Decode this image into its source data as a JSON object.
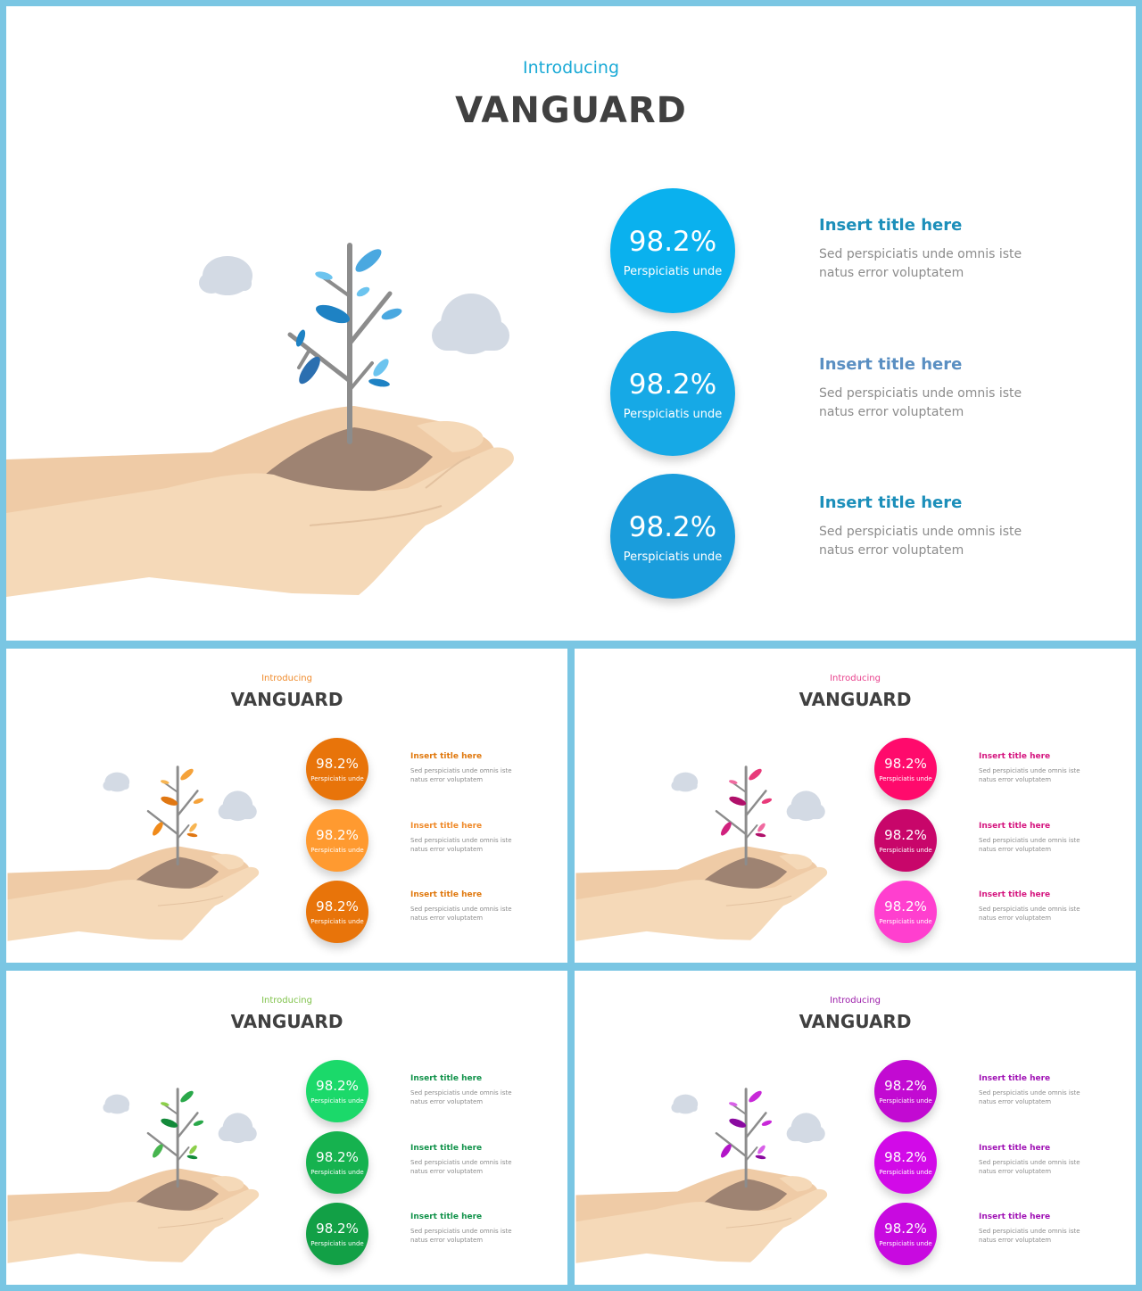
{
  "slides": [
    {
      "eyebrow": "Introducing",
      "title": "VANGUARD",
      "accent": "#1aaad6",
      "leaf_colors": [
        "#4aa8e0",
        "#1e82c4",
        "#2b6fb0",
        "#6cc4ef"
      ],
      "circle_colors": [
        "#0ab1ee",
        "#16a9e6",
        "#1a9ddc"
      ],
      "title_colors": [
        "#1c8fba",
        "#5a8fc2",
        "#1c8fba"
      ],
      "stats": [
        {
          "value": "98.2%",
          "label": "Perspiciatis unde"
        },
        {
          "value": "98.2%",
          "label": "Perspiciatis unde"
        },
        {
          "value": "98.2%",
          "label": "Perspiciatis unde"
        }
      ],
      "items": [
        {
          "title": "Insert title here",
          "desc_1": "Sed perspiciatis unde omnis iste",
          "desc_2": "natus error voluptatem"
        },
        {
          "title": "Insert title here",
          "desc_1": "Sed perspiciatis unde omnis iste",
          "desc_2": "natus error voluptatem"
        },
        {
          "title": "Insert title here",
          "desc_1": "Sed perspiciatis unde omnis iste",
          "desc_2": "natus error voluptatem"
        }
      ]
    },
    {
      "eyebrow": "Introducing",
      "title": "VANGUARD",
      "accent": "#ef8a2a",
      "leaf_colors": [
        "#f5a23a",
        "#e07712",
        "#f08a1a",
        "#f7b552"
      ],
      "circle_colors": [
        "#e8740a",
        "#ff9a30",
        "#e8740a"
      ],
      "title_colors": [
        "#e0780d",
        "#ef8a2a",
        "#e0780d"
      ],
      "stats": [
        {
          "value": "98.2%",
          "label": "Perspiciatis unde"
        },
        {
          "value": "98.2%",
          "label": "Perspiciatis unde"
        },
        {
          "value": "98.2%",
          "label": "Perspiciatis unde"
        }
      ],
      "items": [
        {
          "title": "Insert title here",
          "desc_1": "Sed perspiciatis unde omnis iste",
          "desc_2": "natus error voluptatem"
        },
        {
          "title": "Insert title here",
          "desc_1": "Sed perspiciatis unde omnis iste",
          "desc_2": "natus error voluptatem"
        },
        {
          "title": "Insert title here",
          "desc_1": "Sed perspiciatis unde omnis iste",
          "desc_2": "natus error voluptatem"
        }
      ]
    },
    {
      "eyebrow": "Introducing",
      "title": "VANGUARD",
      "accent": "#e8408c",
      "leaf_colors": [
        "#e83a7a",
        "#b0106a",
        "#d0227e",
        "#f06aa0"
      ],
      "circle_colors": [
        "#ff0a6c",
        "#c8066a",
        "#ff3fcf"
      ],
      "title_colors": [
        "#d5157f",
        "#d5157f",
        "#d5157f"
      ],
      "stats": [
        {
          "value": "98.2%",
          "label": "Perspiciatis unde"
        },
        {
          "value": "98.2%",
          "label": "Perspiciatis unde"
        },
        {
          "value": "98.2%",
          "label": "Perspiciatis unde"
        }
      ],
      "items": [
        {
          "title": "Insert title here",
          "desc_1": "Sed perspiciatis unde omnis iste",
          "desc_2": "natus error voluptatem"
        },
        {
          "title": "Insert title here",
          "desc_1": "Sed perspiciatis unde omnis iste",
          "desc_2": "natus error voluptatem"
        },
        {
          "title": "Insert title here",
          "desc_1": "Sed perspiciatis unde omnis iste",
          "desc_2": "natus error voluptatem"
        }
      ]
    },
    {
      "eyebrow": "Introducing",
      "title": "VANGUARD",
      "accent": "#7fc24a",
      "leaf_colors": [
        "#2aa84a",
        "#138a3a",
        "#47b54f",
        "#8ccf4a"
      ],
      "circle_colors": [
        "#1bd96a",
        "#16b24f",
        "#12a046"
      ],
      "title_colors": [
        "#11924a",
        "#11924a",
        "#11924a"
      ],
      "stats": [
        {
          "value": "98.2%",
          "label": "Perspiciatis unde"
        },
        {
          "value": "98.2%",
          "label": "Perspiciatis unde"
        },
        {
          "value": "98.2%",
          "label": "Perspiciatis unde"
        }
      ],
      "items": [
        {
          "title": "Insert title here",
          "desc_1": "Sed perspiciatis unde omnis iste",
          "desc_2": "natus error voluptatem"
        },
        {
          "title": "Insert title here",
          "desc_1": "Sed perspiciatis unde omnis iste",
          "desc_2": "natus error voluptatem"
        },
        {
          "title": "Insert title here",
          "desc_1": "Sed perspiciatis unde omnis iste",
          "desc_2": "natus error voluptatem"
        }
      ]
    },
    {
      "eyebrow": "Introducing",
      "title": "VANGUARD",
      "accent": "#9a1aa8",
      "leaf_colors": [
        "#c828d8",
        "#8a0aa0",
        "#b214c8",
        "#d860e8"
      ],
      "circle_colors": [
        "#c20ad2",
        "#d20ae8",
        "#c80ae0"
      ],
      "title_colors": [
        "#a012b5",
        "#a012b5",
        "#a012b5"
      ],
      "stats": [
        {
          "value": "98.2%",
          "label": "Perspiciatis unde"
        },
        {
          "value": "98.2%",
          "label": "Perspiciatis unde"
        },
        {
          "value": "98.2%",
          "label": "Perspiciatis unde"
        }
      ],
      "items": [
        {
          "title": "Insert title here",
          "desc_1": "Sed perspiciatis unde omnis iste",
          "desc_2": "natus error voluptatem"
        },
        {
          "title": "Insert title here",
          "desc_1": "Sed perspiciatis unde omnis iste",
          "desc_2": "natus error voluptatem"
        },
        {
          "title": "Insert title here",
          "desc_1": "Sed perspiciatis unde omnis iste",
          "desc_2": "natus error voluptatem"
        }
      ]
    }
  ]
}
